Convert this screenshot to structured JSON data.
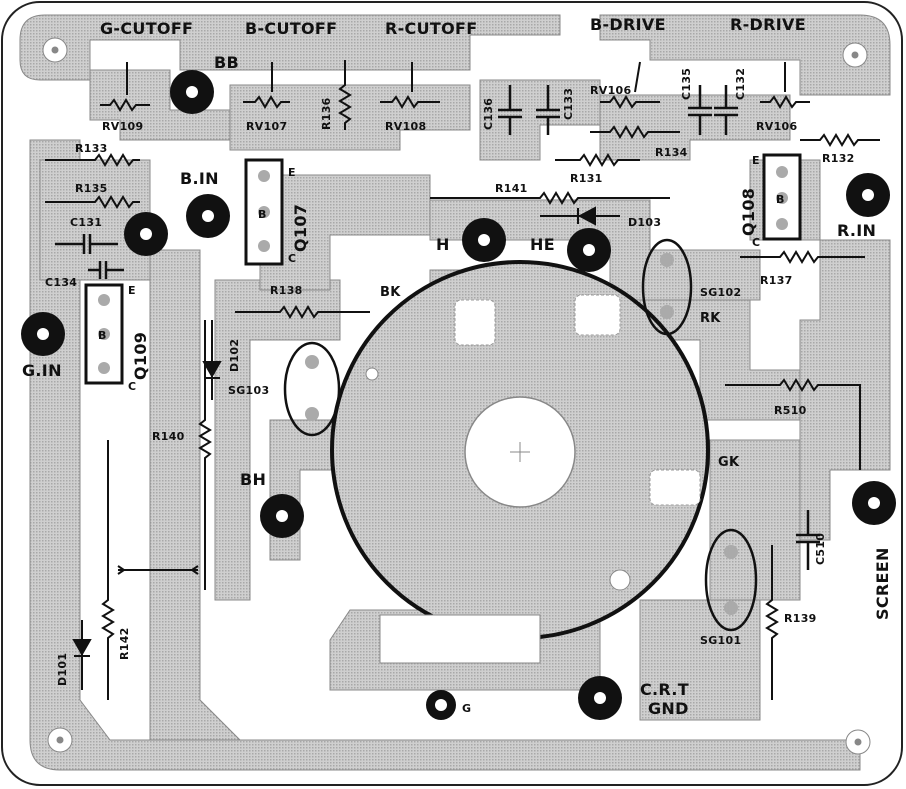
{
  "colors": {
    "copper": "#c9c9c9",
    "ink": "#111111",
    "board": "#ffffff"
  },
  "headings": {
    "g_cutoff": "G-CUTOFF",
    "b_cutoff": "B-CUTOFF",
    "r_cutoff": "R-CUTOFF",
    "b_drive": "B-DRIVE",
    "r_drive": "R-DRIVE"
  },
  "terminals": {
    "bb": "BB",
    "b_in": "B.IN",
    "g_in": "G.IN",
    "r_in": "R.IN",
    "h": "H",
    "he": "HE",
    "bh": "BH",
    "g": "G",
    "screen": "SCREEN",
    "crt": "C.R.T",
    "gnd": "GND",
    "bk": "BK",
    "rk": "RK",
    "gk": "GK"
  },
  "resistors": {
    "r133": "R133",
    "r135": "R135",
    "r136": "R136",
    "r138": "R138",
    "r141": "R141",
    "r131": "R131",
    "r134": "R134",
    "r132": "R132",
    "r137": "R137",
    "r140": "R140",
    "r142": "R142",
    "r139": "R139",
    "r510": "R510"
  },
  "pots": {
    "rv109": "RV109",
    "rv107": "RV107",
    "rv108": "RV108",
    "rv106": "RV106",
    "rv106b": "RV106"
  },
  "capacitors": {
    "c131": "C131",
    "c134": "C134",
    "c136": "C136",
    "c133": "C133",
    "c135": "C135",
    "c132": "C132",
    "c510": "C510"
  },
  "transistors": {
    "q107": "Q107",
    "q108": "Q108",
    "q109": "Q109",
    "b": "B",
    "e": "E",
    "c": "C"
  },
  "diodes": {
    "d101": "D101",
    "d102": "D102",
    "d103": "D103"
  },
  "spark_gaps": {
    "sg101": "SG101",
    "sg102": "SG102",
    "sg103": "SG103"
  }
}
